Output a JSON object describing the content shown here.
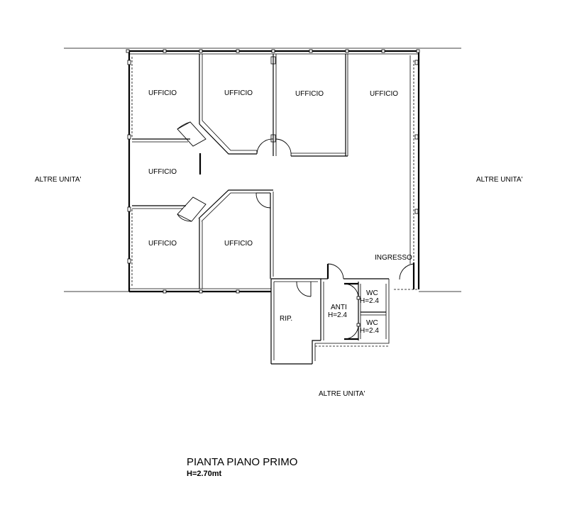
{
  "plan": {
    "rooms": {
      "ufficio_1": "UFFICIO",
      "ufficio_2": "UFFICIO",
      "ufficio_3": "UFFICIO",
      "ufficio_4": "UFFICIO",
      "ufficio_5": "UFFICIO",
      "ufficio_6": "UFFICIO",
      "ufficio_7": "UFFICIO",
      "ingresso": "INGRESSO",
      "rip": "RIP.",
      "anti": "ANTI",
      "anti_height": "H=2.4",
      "wc_1": "WC",
      "wc_1_height": "H=2.4",
      "wc_2": "WC",
      "wc_2_height": "H=2.4"
    },
    "neighbors": {
      "left": "ALTRE UNITA'",
      "right": "ALTRE UNITA'",
      "bottom": "ALTRE UNITA'"
    }
  },
  "title": {
    "main": "PIANTA PIANO PRIMO",
    "height": "H=2.70mt"
  }
}
